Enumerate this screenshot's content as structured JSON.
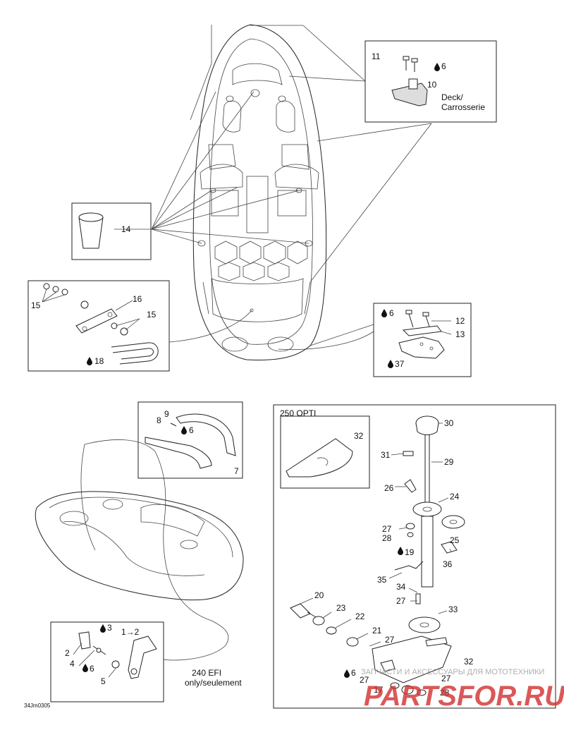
{
  "diagram_code": "34Jm0305",
  "labels": {
    "l11": "11",
    "l6a": "6",
    "l10": "10",
    "deck_en": "Deck/",
    "deck_fr": "Carrosserie",
    "l14": "14",
    "l15a": "15",
    "l16": "16",
    "l15b": "15",
    "l18": "18",
    "l6b": "6",
    "l12": "12",
    "l13": "13",
    "l37": "37",
    "l9": "9",
    "l8": "8",
    "l6c": "6",
    "l7": "7",
    "opti": "250 OPTI",
    "l32a": "32",
    "l30": "30",
    "l31": "31",
    "l29": "29",
    "l26": "26",
    "l24": "24",
    "l27a": "27",
    "l28a": "28",
    "l25": "25",
    "l19": "19",
    "l36": "36",
    "l35": "35",
    "l34": "34",
    "l27b": "27",
    "l20": "20",
    "l33": "33",
    "l23": "23",
    "l22": "22",
    "l21": "21",
    "l27c": "27",
    "l32b": "32",
    "l6d": "6",
    "l27d": "27",
    "l17": "17",
    "l27e": "27",
    "l28b": "28",
    "l3": "3",
    "l1to2": "1→2",
    "l2": "2",
    "l4": "4",
    "l6e": "6",
    "l5": "5",
    "efi_1": "240 EFI",
    "efi_2": "only/seulement"
  },
  "watermark": {
    "top": "ЗАПЧАСТИ И АКСЕССУАРЫ ДЛЯ МОТОТЕХНИКИ",
    "brand": "PARTSFOR.RU",
    "color": "#d32f2f"
  },
  "icons": {
    "sealant": "drop-icon"
  }
}
